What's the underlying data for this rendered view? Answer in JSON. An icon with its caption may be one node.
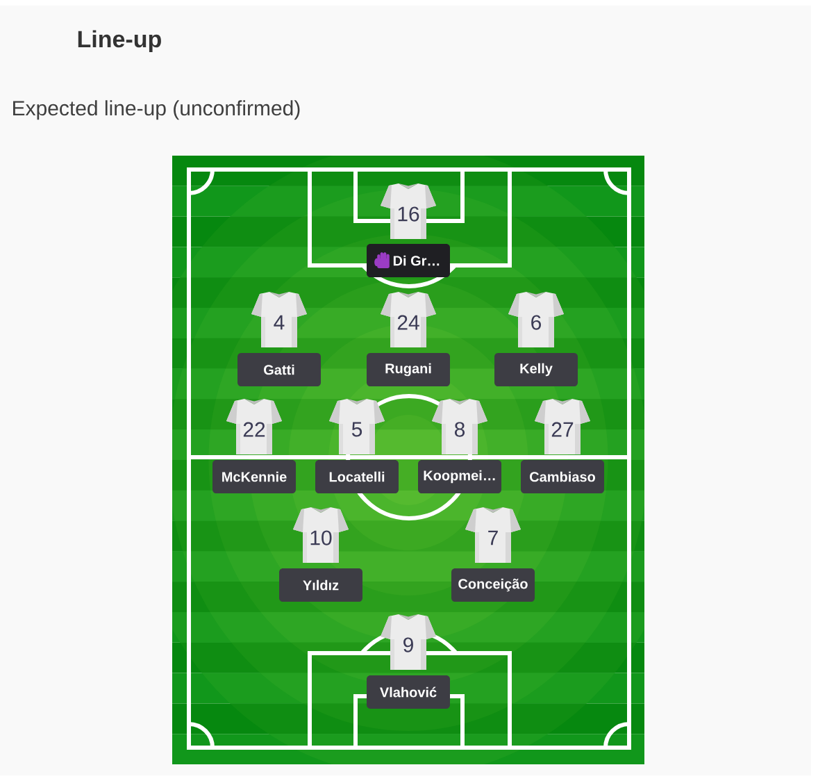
{
  "diagram": {
    "title": "Line-up",
    "nodes": [
      {
        "text": [
          "16"
        ]
      },
      {
        "text": [
          "Di Gr…"
        ]
      },
      {
        "text": [
          "4"
        ]
      },
      {
        "text": [
          "24"
        ]
      },
      {
        "text": [
          "6"
        ]
      },
      {
        "text": [
          "Gatti"
        ]
      },
      {
        "text": [
          "Rugani"
        ]
      },
      {
        "text": [
          "Kelly"
        ]
      },
      {
        "text": [
          "22"
        ]
      },
      {
        "text": [
          "5"
        ]
      },
      {
        "text": [
          "8"
        ]
      },
      {
        "text": [
          "27"
        ]
      },
      {
        "text": [
          "McKennie"
        ]
      },
      {
        "text": [
          "Locatelli"
        ]
      },
      {
        "text": [
          "Koopmei…"
        ]
      },
      {
        "text": [
          "Cambiaso"
        ]
      },
      {
        "text": [
          "10"
        ]
      },
      {
        "text": [
          "7"
        ]
      },
      {
        "text": [
          "Yıldız"
        ]
      },
      {
        "text": [
          "Conceição"
        ]
      },
      {
        "text": [
          "9"
        ]
      },
      {
        "text": [
          "Vlahović"
        ]
      }
    ],
    "labels": [
      "Expected line-up (unconfirmed)"
    ]
  }
}
